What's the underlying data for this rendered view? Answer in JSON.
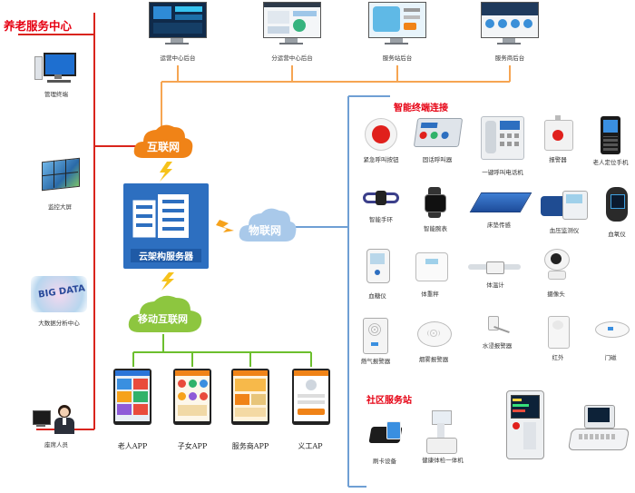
{
  "left_title": "养老服务中心",
  "left_items": [
    {
      "label": "管理终端",
      "icon": "desktop-computer-icon"
    },
    {
      "label": "监控大屏",
      "icon": "video-wall-icon"
    },
    {
      "label": "大数据分析中心",
      "icon": "big-data-icon"
    },
    {
      "label": "座席人员",
      "icon": "call-center-agent-icon"
    }
  ],
  "big_data_text": "BIG DATA",
  "top_monitors": [
    {
      "label": "运营中心后台"
    },
    {
      "label": "分运营中心后台"
    },
    {
      "label": "服务站后台"
    },
    {
      "label": "服务商后台"
    }
  ],
  "clouds": {
    "internet": "互联网",
    "iot": "物联网",
    "mobile": "移动互联网"
  },
  "server_label": "云架构服务器",
  "apps": [
    {
      "label": "老人APP"
    },
    {
      "label": "子女APP"
    },
    {
      "label": "服务商APP"
    },
    {
      "label": "义工AP"
    }
  ],
  "smart_title": "智能终端连接",
  "devices": [
    {
      "label": "紧急呼叫按钮",
      "icon": "emergency-button-icon"
    },
    {
      "label": "固话呼叫器",
      "icon": "landline-caller-icon"
    },
    {
      "label": "一键呼叫电话机",
      "icon": "one-key-phone-icon"
    },
    {
      "label": "报警器",
      "icon": "alarm-box-icon"
    },
    {
      "label": "老人定位手机",
      "icon": "elderly-phone-icon"
    },
    {
      "label": "智能手环",
      "icon": "smart-band-icon"
    },
    {
      "label": "智能腕表",
      "icon": "smart-watch-icon"
    },
    {
      "label": "床垫传感",
      "icon": "mattress-sensor-icon"
    },
    {
      "label": "血压监测仪",
      "icon": "blood-pressure-icon"
    },
    {
      "label": "血氧仪",
      "icon": "oximeter-icon"
    },
    {
      "label": "血糖仪",
      "icon": "glucose-meter-icon"
    },
    {
      "label": "体重秤",
      "icon": "scale-icon"
    },
    {
      "label": "体温计",
      "icon": "thermometer-icon"
    },
    {
      "label": "摄像头",
      "icon": "camera-icon"
    },
    {
      "label": "燃气报警器",
      "icon": "gas-alarm-icon"
    },
    {
      "label": "烟雾报警器",
      "icon": "smoke-detector-icon"
    },
    {
      "label": "水浸报警器",
      "icon": "water-sensor-icon"
    },
    {
      "label": "红外",
      "icon": "infrared-sensor-icon"
    },
    {
      "label": "门磁",
      "icon": "door-sensor-icon"
    }
  ],
  "community_title": "社区服务站",
  "community_devices": [
    {
      "label": "刷卡设备",
      "icon": "card-reader-icon"
    },
    {
      "label": "健康体检一体机",
      "icon": "health-kiosk-icon"
    },
    {
      "label": "",
      "icon": "medical-monitor-icon"
    },
    {
      "label": "",
      "icon": "ultrasound-icon"
    }
  ],
  "colors": {
    "red_line": "#d9241c",
    "orange_line": "#f6a552",
    "blue_line": "#6f9fd4",
    "green_line": "#6cbf2e",
    "orange_cloud": "#f08317",
    "blue_cloud": "#a9c9ea",
    "green_cloud": "#8dc63f",
    "server_blue": "#2d6fc0"
  }
}
